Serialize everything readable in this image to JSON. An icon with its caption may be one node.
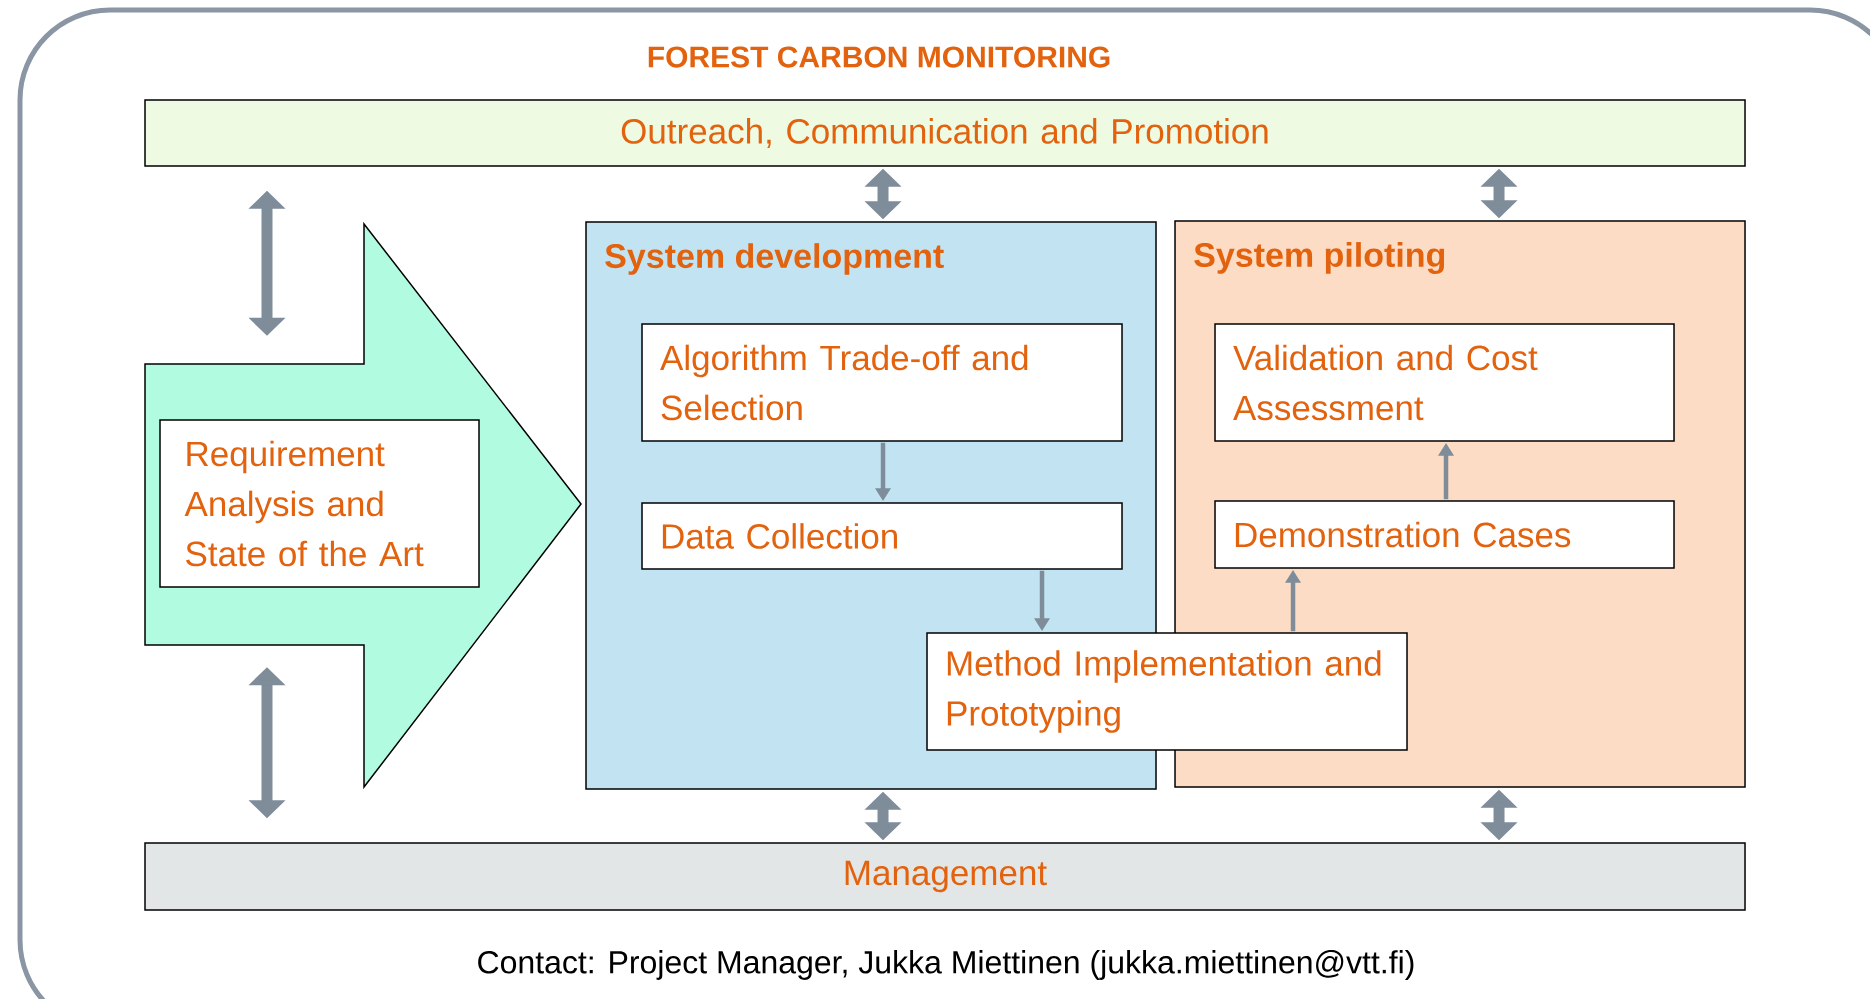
{
  "diagram": {
    "title": "FOREST CARBON MONITORING",
    "nodes": [
      {
        "text": [
          "Outreach, Communication and Promotion"
        ]
      },
      {
        "text": [],
        "shape": "arrow"
      },
      {
        "text": [
          "Requirement Analysis and State of the Art"
        ],
        "in": 1
      },
      {
        "text": [
          "System development"
        ]
      },
      {
        "text": [
          "Algorithm Trade-off and Selection"
        ],
        "in": 3
      },
      {
        "text": [
          "Data Collection"
        ],
        "in": 3
      },
      {
        "text": [
          "System piloting"
        ]
      },
      {
        "text": [
          "Validation and Cost Assessment"
        ],
        "in": 6
      },
      {
        "text": [
          "Demonstration Cases"
        ],
        "in": 6
      },
      {
        "text": [
          "Method Implementation and Prototyping"
        ]
      },
      {
        "text": [
          "Management"
        ]
      }
    ],
    "edges": [
      {
        "from": 0,
        "to": 1,
        "arrow": "both"
      },
      {
        "from": 0,
        "to": 3,
        "arrow": "both"
      },
      {
        "from": 0,
        "to": 6,
        "arrow": "both"
      },
      {
        "from": 1,
        "to": 10,
        "arrow": "both"
      },
      {
        "from": 3,
        "to": 10,
        "arrow": "both"
      },
      {
        "from": 6,
        "to": 10,
        "arrow": "both"
      },
      {
        "from": 4,
        "to": 5,
        "arrow": "to"
      },
      {
        "from": 5,
        "to": 9,
        "arrow": "to"
      },
      {
        "from": 9,
        "to": 8,
        "arrow": "to"
      },
      {
        "from": 8,
        "to": 7,
        "arrow": "to"
      }
    ],
    "labels": [
      "Contact: Project Manager, Jukka Miettinen (jukka.miettinen@vtt.fi)"
    ]
  }
}
